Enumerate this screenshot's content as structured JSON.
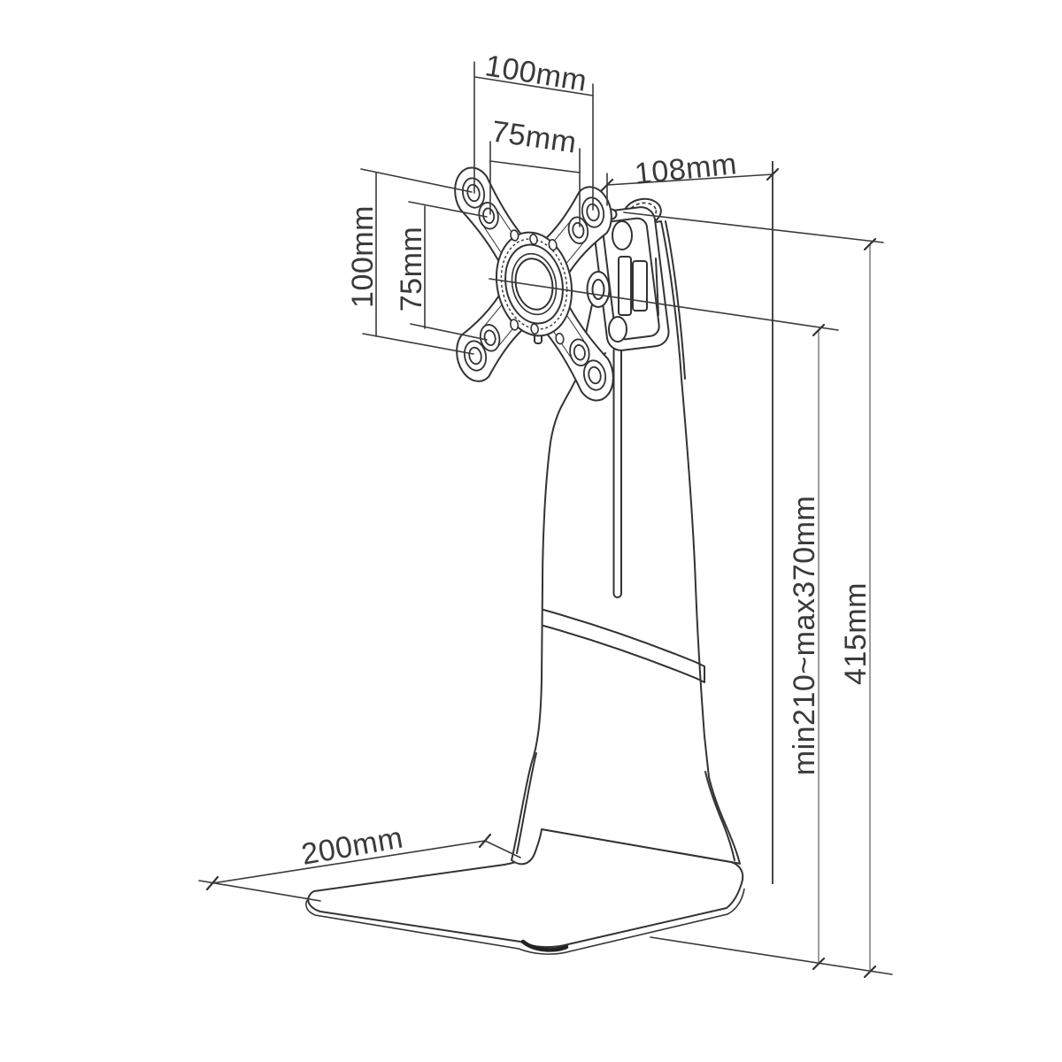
{
  "drawing": {
    "type": "technical-dimension-drawing",
    "subject": "Free-standing monitor stand with VESA adapter plate",
    "background": "#ffffff",
    "colors": {
      "line": "#333333",
      "dimension_text": "#3a3a3a",
      "light_dimension_line": "#949494"
    },
    "dimensions": {
      "vesa_outer_width": "100mm",
      "vesa_inner_width": "75mm",
      "vesa_outer_height": "100mm",
      "vesa_inner_height": "75mm",
      "mount_depth": "108mm",
      "height_range": "min210~max370mm",
      "overall_height": "415mm",
      "base_depth": "200mm"
    }
  }
}
